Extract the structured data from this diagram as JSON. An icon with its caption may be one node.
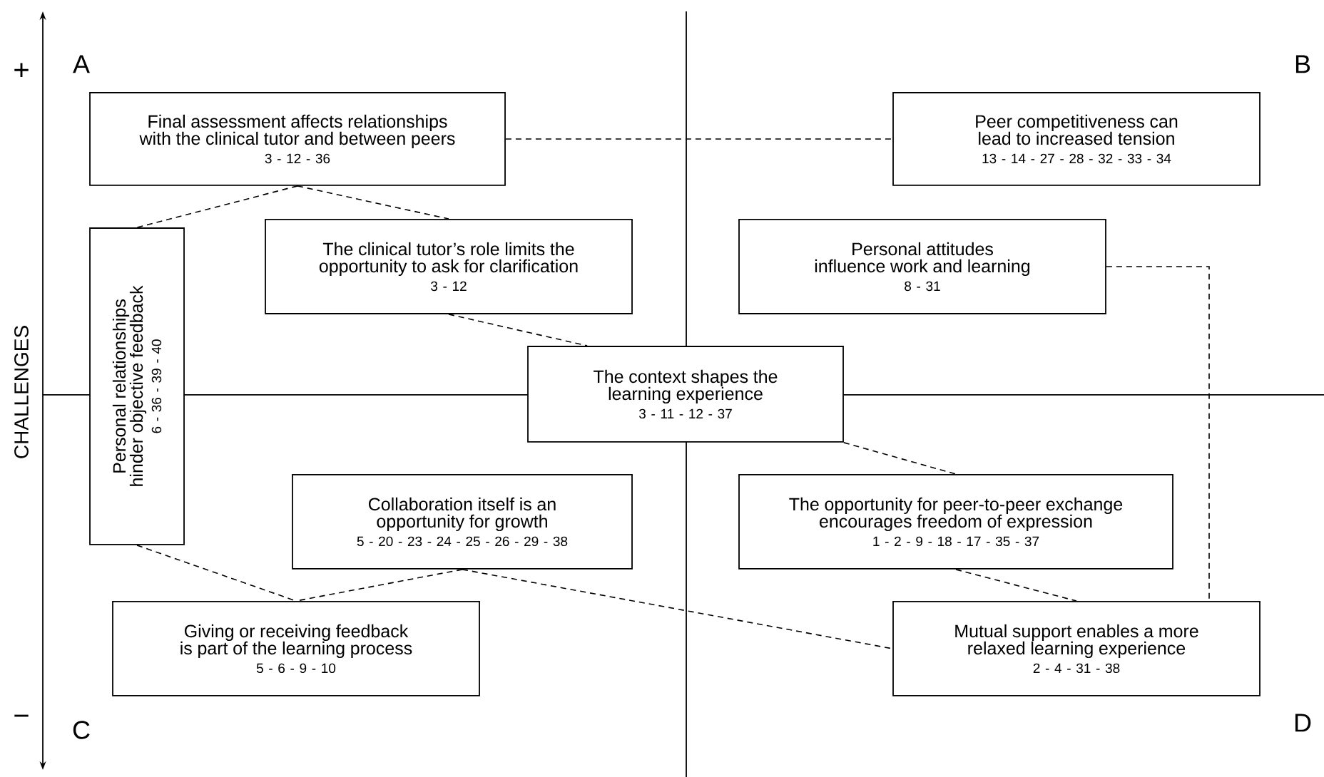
{
  "diagram": {
    "nodes": [
      {
        "text": [
          "Final assessment affects relationships with the clinical tutor and between peers",
          "3 - 12 - 36"
        ]
      },
      {
        "text": [
          "Peer competitiveness can lead to increased tension",
          "13 - 14 - 27 - 28 - 32 - 33 - 34"
        ]
      },
      {
        "text": [
          "Personal relationships hinder objective feedback",
          "6 - 36 - 39 - 40"
        ]
      },
      {
        "text": [
          "The clinical tutor’s role limits the opportunity to ask for clarification",
          "3 - 12"
        ]
      },
      {
        "text": [
          "Personal attitudes influence work and learning",
          "8 - 31"
        ]
      },
      {
        "text": [
          "The context shapes the learning experience",
          "3 - 11 - 12 - 37"
        ]
      },
      {
        "text": [
          "Collaboration itself is an opportunity for growth",
          "5 - 20 - 23 - 24 - 25 - 26 - 29 - 38"
        ]
      },
      {
        "text": [
          "The opportunity for peer-to-peer exchange encourages freedom of expression",
          "1 - 2 - 9 - 18 - 17 - 35 - 37"
        ]
      },
      {
        "text": [
          "Giving or receiving feedback is part of the learning process",
          "5 - 6 - 9 - 10"
        ]
      },
      {
        "text": [
          "Mutual support enables a more relaxed learning experience",
          "2 - 4 - 31 - 38"
        ]
      }
    ],
    "edges": [
      {
        "from": 0,
        "to": 1,
        "arrow": "none"
      },
      {
        "from": 0,
        "to": 2,
        "arrow": "none"
      },
      {
        "from": 0,
        "to": 3,
        "arrow": "none"
      },
      {
        "from": 3,
        "to": 5,
        "arrow": "none"
      },
      {
        "from": 5,
        "to": 7,
        "arrow": "none"
      },
      {
        "from": 7,
        "to": 9,
        "arrow": "none"
      },
      {
        "from": 4,
        "to": 9,
        "arrow": "none"
      },
      {
        "from": 2,
        "to": 8,
        "arrow": "none"
      },
      {
        "from": 6,
        "to": 8,
        "arrow": "none"
      },
      {
        "from": 6,
        "to": 9,
        "arrow": "none"
      }
    ],
    "labels": [
      "+",
      "A",
      "B",
      "CHALLENGES",
      "−",
      "C",
      "D"
    ]
  }
}
